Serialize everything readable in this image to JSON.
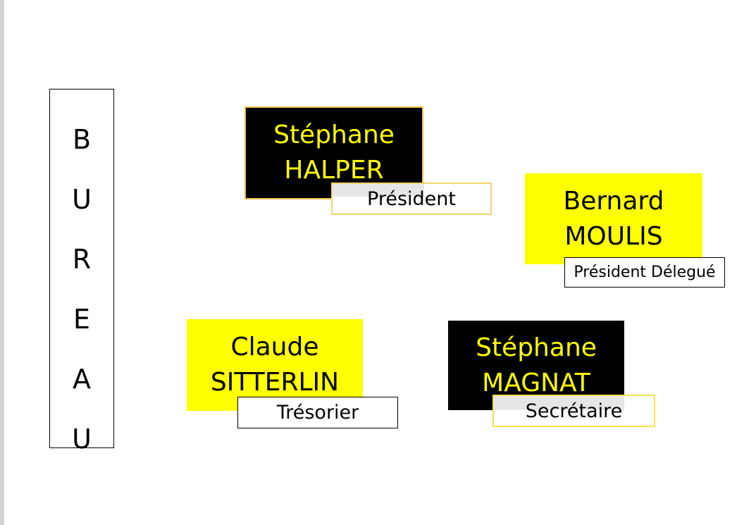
{
  "title_letters": [
    "B",
    "U",
    "R",
    "E",
    "A",
    "U"
  ],
  "members": [
    {
      "first_name": "Stéphane",
      "last_name": "HALPER",
      "role": "Président"
    },
    {
      "first_name": "Bernard",
      "last_name": "MOULIS",
      "role": "Président Délegué"
    },
    {
      "first_name": "Claude",
      "last_name": "SITTERLIN",
      "role": "Trésorier"
    },
    {
      "first_name": "Stéphane",
      "last_name": "MAGNAT",
      "role": "Secrétaire"
    }
  ],
  "colors": {
    "yellow": "#ffff00",
    "black": "#000000",
    "gold_border": "#f2c04a"
  }
}
